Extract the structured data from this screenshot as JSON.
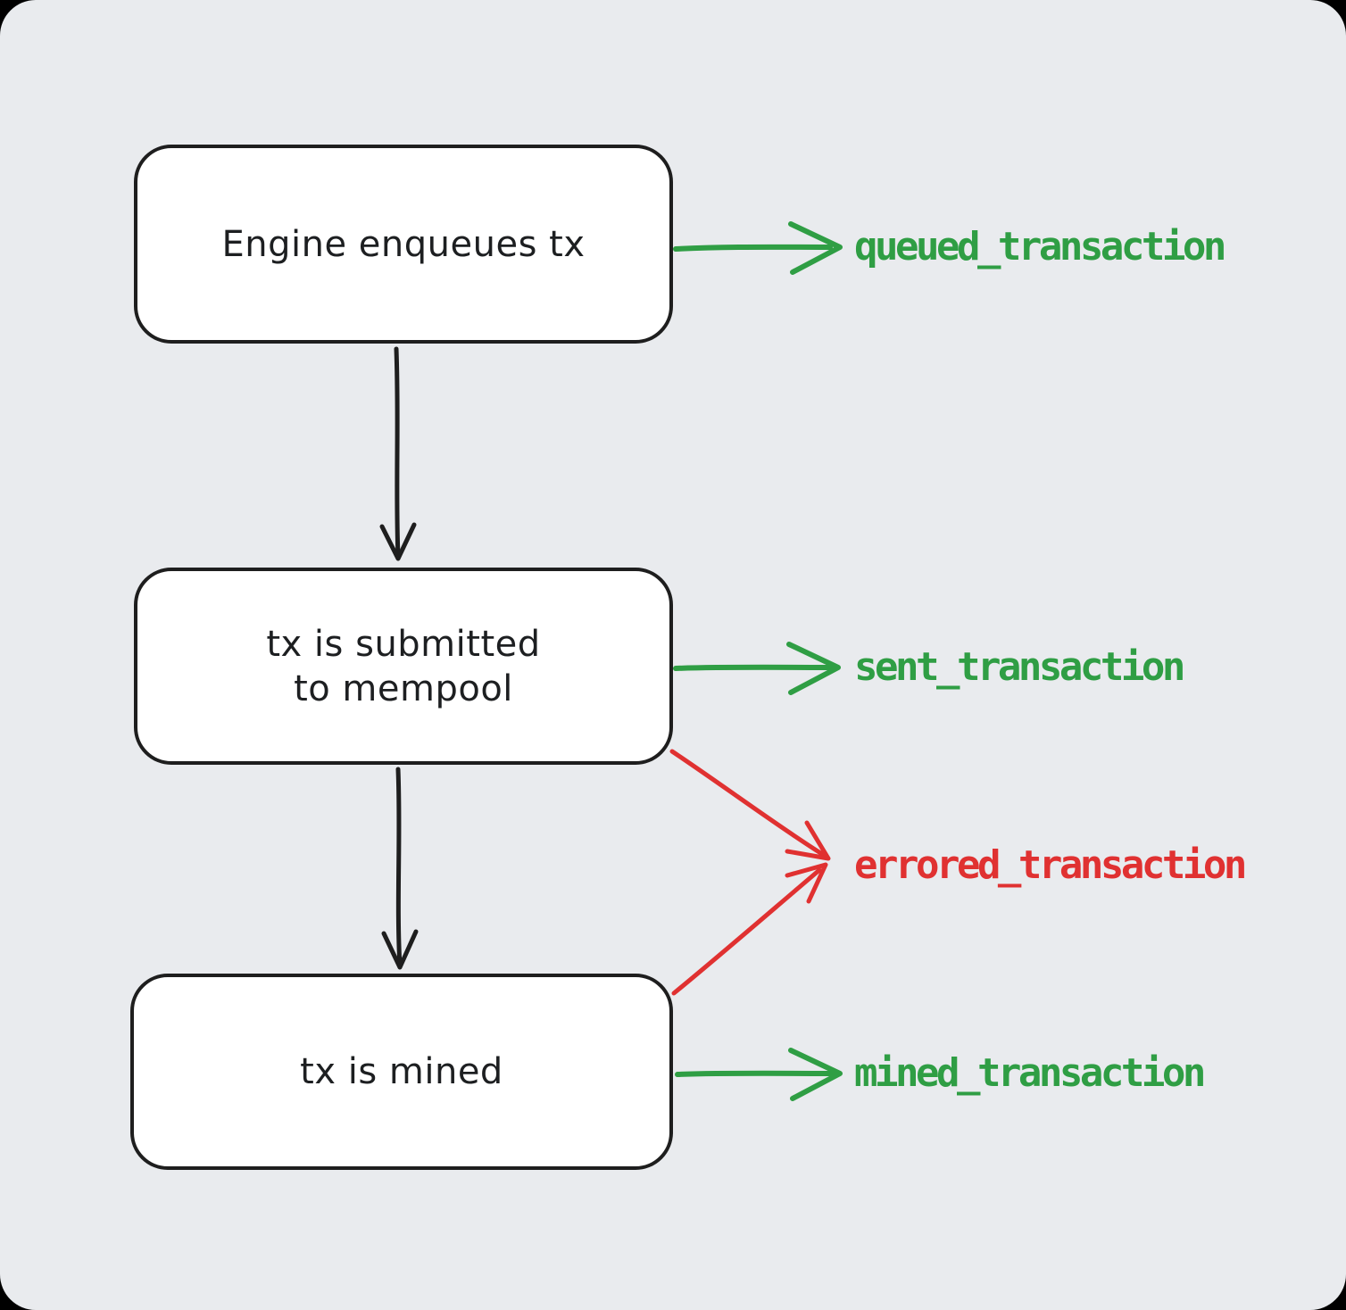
{
  "page": {
    "outside_background": "#000000",
    "canvas_background": "#e9ebee"
  },
  "colors": {
    "stroke": "#1e1e1e",
    "green": "#2f9e44",
    "red": "#e03131",
    "node_fill": "#ffffff",
    "node_text": "#1d1f21"
  },
  "nodes": [
    {
      "id": "engine-enqueues-tx",
      "label": "Engine enqueues tx"
    },
    {
      "id": "tx-submitted-to-mempool",
      "label": "tx is submitted\nto mempool"
    },
    {
      "id": "tx-is-mined",
      "label": "tx is mined"
    }
  ],
  "event_labels": [
    {
      "id": "queued",
      "label": "queued_transaction",
      "color": "green"
    },
    {
      "id": "sent",
      "label": "sent_transaction",
      "color": "green"
    },
    {
      "id": "errored",
      "label": "errored_transaction",
      "color": "red"
    },
    {
      "id": "mined",
      "label": "mined_transaction",
      "color": "green"
    }
  ]
}
